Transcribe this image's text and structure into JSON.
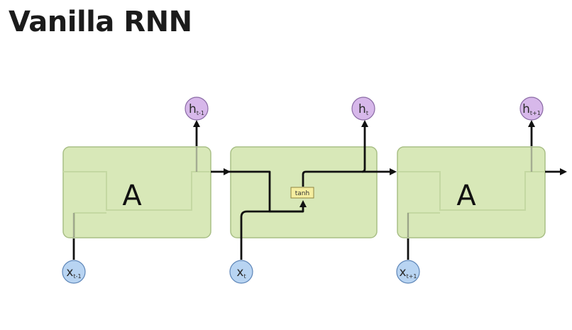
{
  "title": "Vanilla RNN",
  "cells": [
    {
      "label": "A",
      "h": "h",
      "h_sub": "t-1",
      "x": "x",
      "x_sub": "t-1"
    },
    {
      "label": "",
      "h": "h",
      "h_sub": "t",
      "x": "x",
      "x_sub": "t",
      "activation": "tanh"
    },
    {
      "label": "A",
      "h": "h",
      "h_sub": "t+1",
      "x": "x",
      "x_sub": "t+1"
    }
  ],
  "colors": {
    "cell_fill": "#d8e8b8",
    "hidden_node": "#d7b8ea",
    "input_node": "#b8d4f2",
    "activation_box": "#f5eea0"
  }
}
